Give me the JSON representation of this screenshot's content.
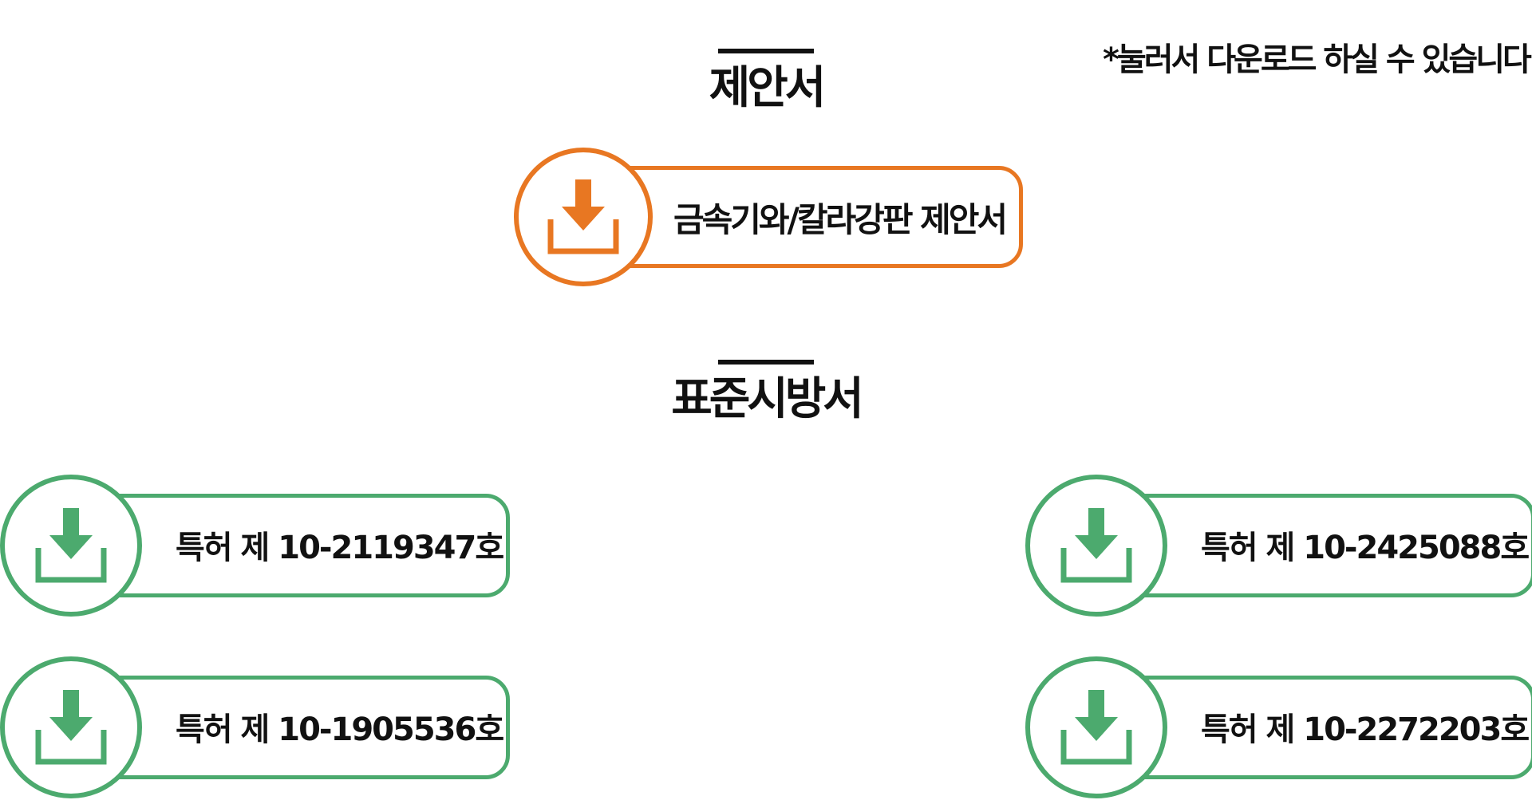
{
  "note": "*눌러서 다운로드 하실 수 있습니다.",
  "proposal": {
    "heading": "제안서",
    "buttons": [
      {
        "label": "금속기와/칼라강판 제안서",
        "icon": "download-icon",
        "color": "#e87722"
      }
    ]
  },
  "standard": {
    "heading": "표준시방서",
    "buttons": [
      {
        "label": "특허 제 10-2119347호",
        "icon": "download-icon",
        "color": "#4caa6e"
      },
      {
        "label": "특허 제 10-2425088호",
        "icon": "download-icon",
        "color": "#4caa6e"
      },
      {
        "label": "특허 제 10-1905536호",
        "icon": "download-icon",
        "color": "#4caa6e"
      },
      {
        "label": "특허 제 10-2272203호",
        "icon": "download-icon",
        "color": "#4caa6e"
      }
    ]
  }
}
